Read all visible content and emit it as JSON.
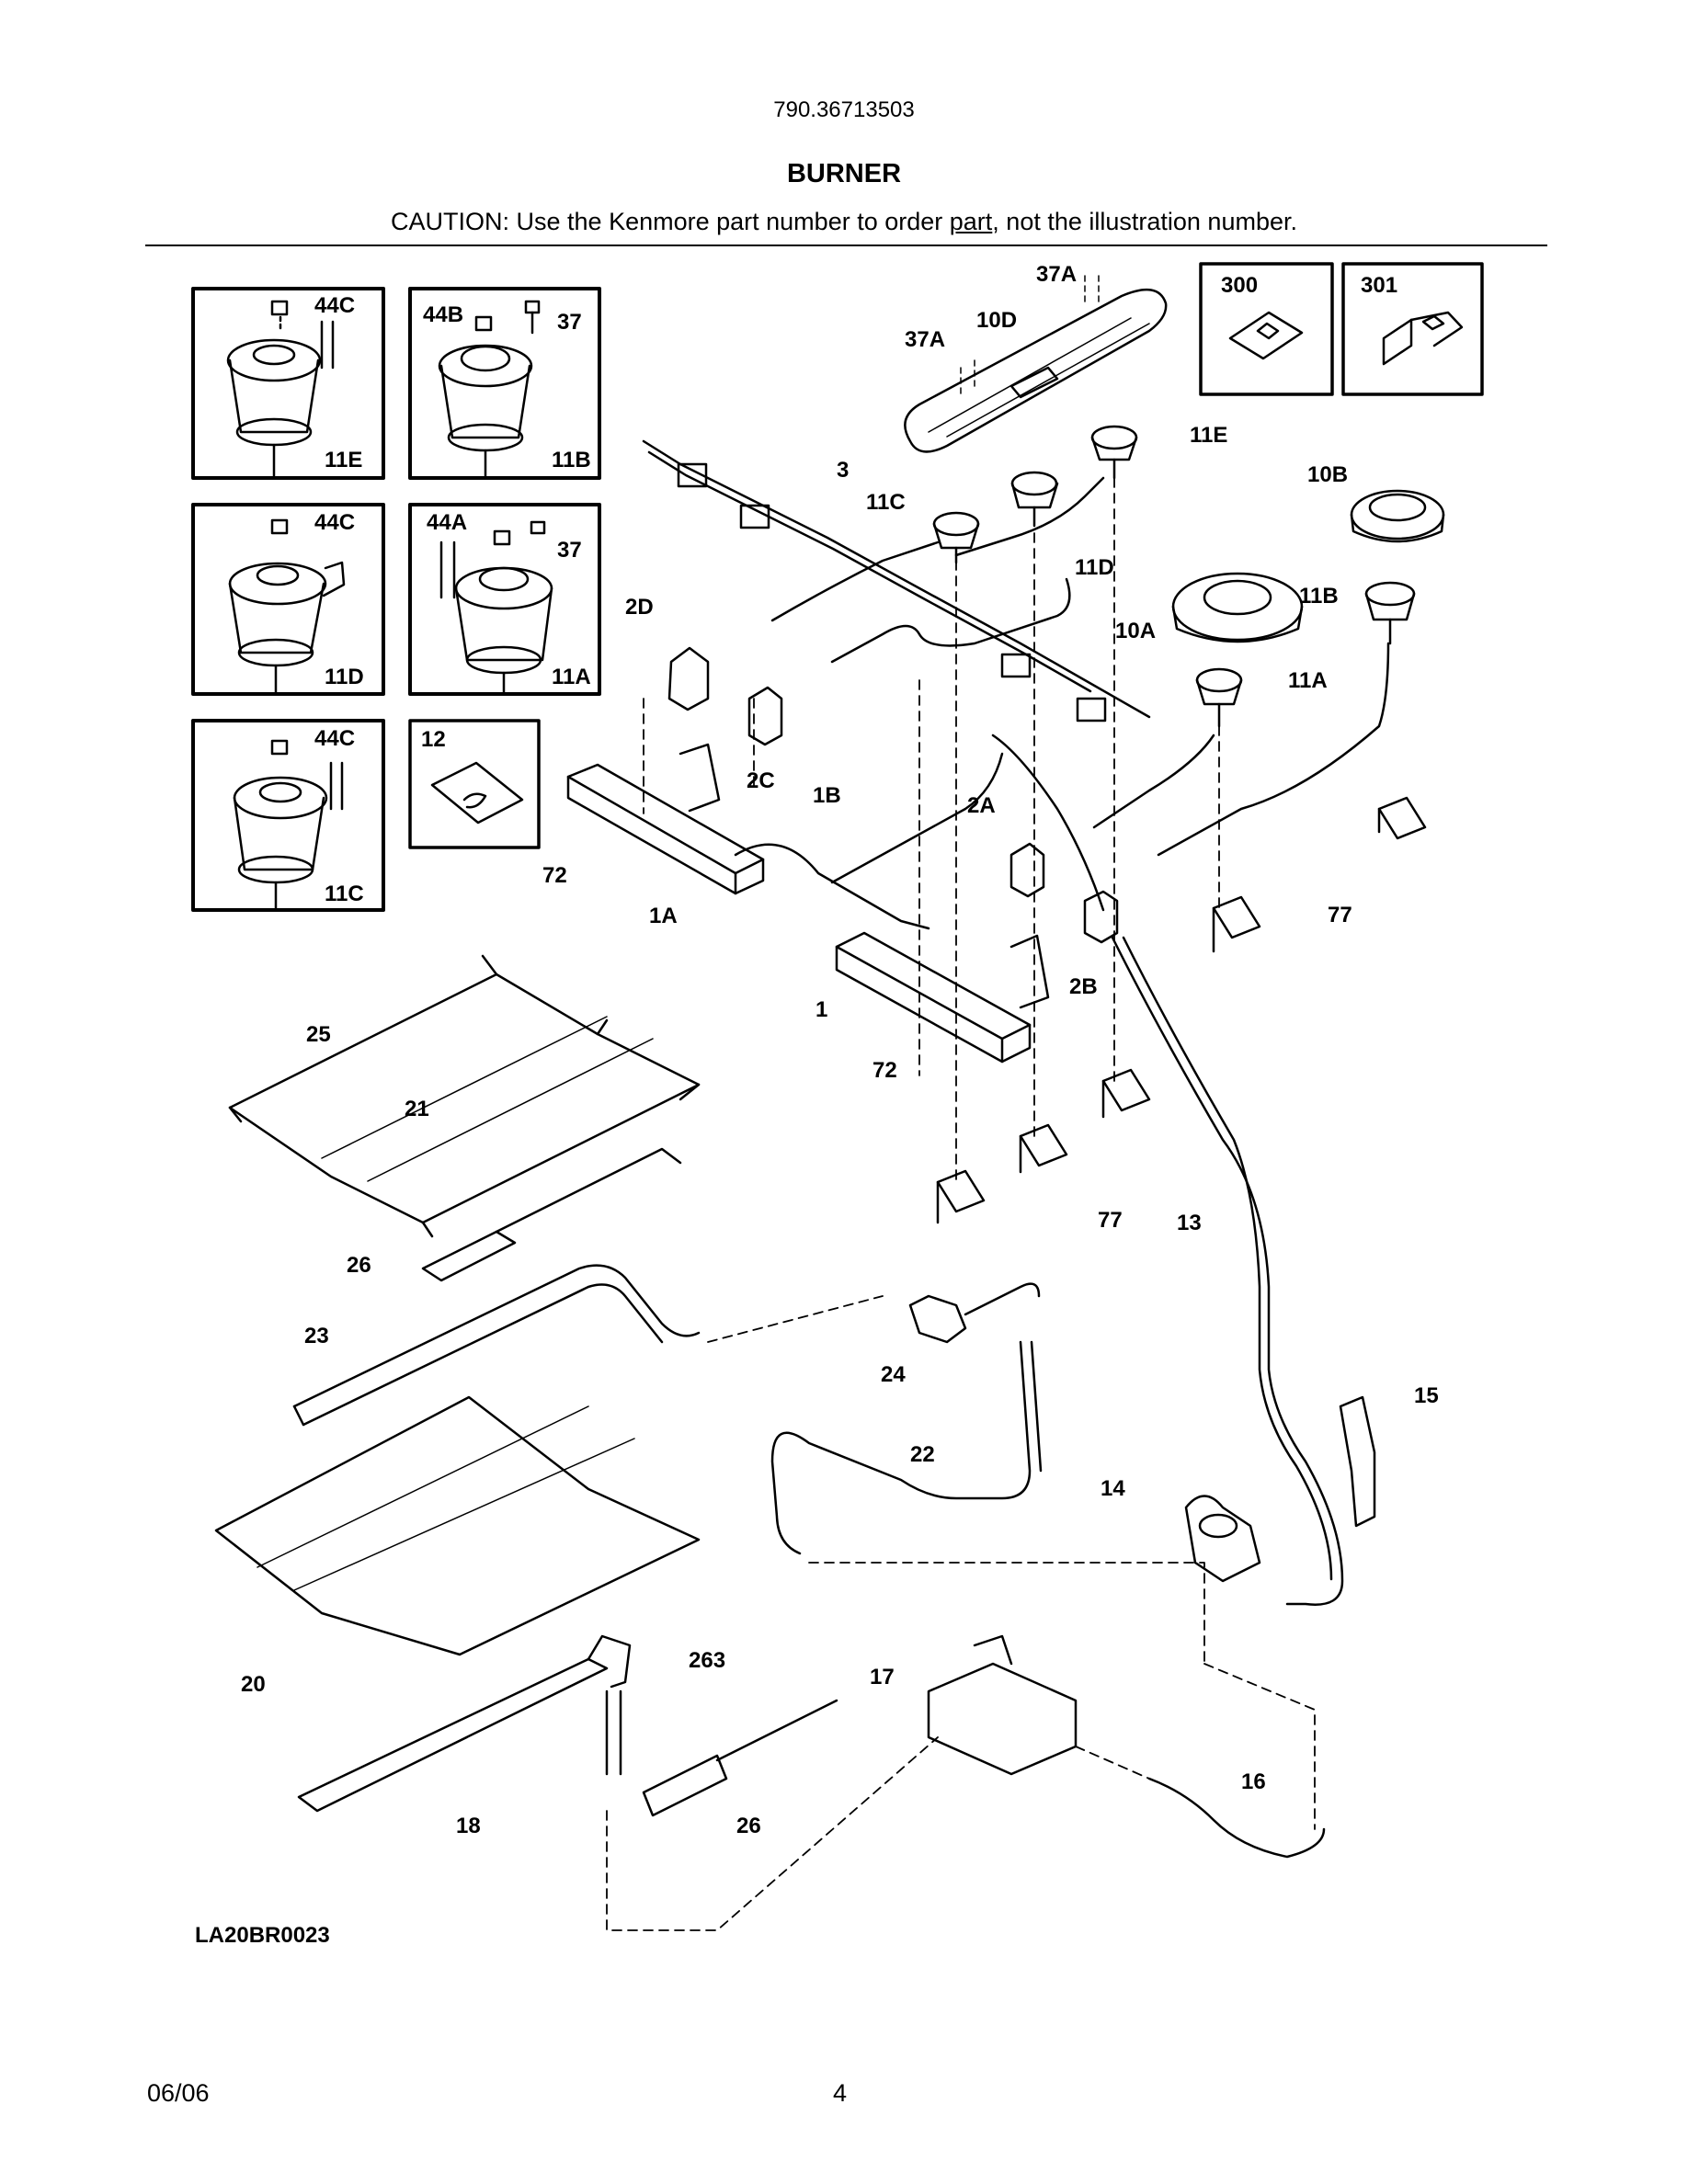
{
  "header": {
    "model": "790.36713503",
    "title": "BURNER",
    "caution_before": "CAUTION: Use the Kenmore part number to order ",
    "caution_link": "part",
    "caution_after": ", not the illustration number."
  },
  "diagram": {
    "drawing_code": "LA20BR0023",
    "inset_boxes": [
      {
        "labels": [
          "44C",
          "11E"
        ]
      },
      {
        "labels": [
          "44B",
          "37",
          "11B"
        ]
      },
      {
        "labels": [
          "300"
        ]
      },
      {
        "labels": [
          "301"
        ]
      },
      {
        "labels": [
          "44C",
          "11D"
        ]
      },
      {
        "labels": [
          "44A",
          "37",
          "11A"
        ]
      },
      {
        "labels": [
          "44C",
          "11C"
        ]
      },
      {
        "labels": [
          "12"
        ]
      }
    ],
    "callouts": [
      "37A",
      "37A",
      "10D",
      "11E",
      "3",
      "11C",
      "10B",
      "11D",
      "11B",
      "2D",
      "10A",
      "11A",
      "2C",
      "1B",
      "2A",
      "72",
      "1A",
      "1",
      "2B",
      "77",
      "25",
      "21",
      "72",
      "77",
      "13",
      "26",
      "23",
      "24",
      "15",
      "22",
      "14",
      "20",
      "263",
      "17",
      "16",
      "18",
      "26"
    ]
  },
  "footer": {
    "date": "06/06",
    "page": "4"
  }
}
